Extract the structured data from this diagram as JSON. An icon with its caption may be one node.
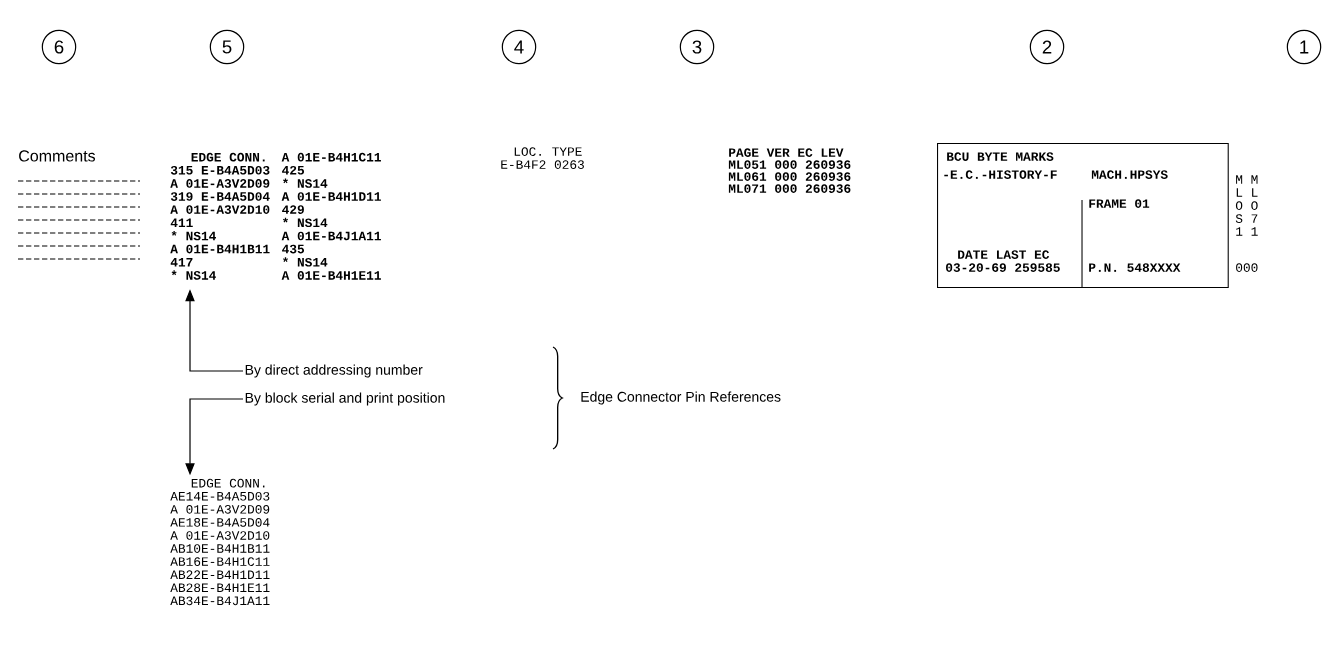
{
  "diagram": {
    "nodes": [
      {
        "text": [
          "6"
        ]
      },
      {
        "text": [
          "5"
        ]
      },
      {
        "text": [
          "4"
        ]
      },
      {
        "text": [
          "3"
        ]
      },
      {
        "text": [
          "2"
        ]
      },
      {
        "text": [
          "1"
        ]
      },
      {
        "text": [
          "EDGE CONN.",
          "A 01E-B4H1C11",
          "315 E-B4A5D03",
          "425",
          "A 01E-A3V2D09",
          "* NS14",
          "319 E-B4A5D04",
          "A 01E-B4H1D11",
          "A 01E-A3V2D10",
          "429",
          "411",
          "* NS14",
          "* NS14",
          "A 01E-B4J1A11",
          "A 01E-B4H1B11",
          "435",
          "417",
          "* NS14",
          "* NS14",
          "A 01E-B4H1E11"
        ]
      },
      {
        "text": [
          "BCU BYTE MARKS",
          "-E.C.-HISTORY-F",
          "MACH.HPSYS",
          "FRAME 01",
          "DATE LAST EC",
          "03-20-69 259585",
          "P.N. 548XXXX"
        ]
      },
      {
        "text": [
          "By direct addressing number"
        ]
      },
      {
        "text": [
          "By block serial and print position"
        ]
      },
      {
        "text": [
          "EDGE CONN.",
          "AE14E-B4A5D03",
          "A 01E-A3V2D09",
          "AE18E-B4A5D04",
          "A 01E-A3V2D10",
          "AB10E-B4H1B11",
          "AB16E-B4H1C11",
          "AB22E-B4H1D11",
          "AB28E-B4H1E11",
          "AB34E-B4J1A11"
        ]
      }
    ],
    "edges": [
      {
        "from": 8,
        "to": 6,
        "arrow": "to"
      },
      {
        "from": 9,
        "to": 10,
        "arrow": "to"
      }
    ],
    "labels": [
      "Comments",
      "LOC. TYPE",
      "E-B4F2 0263",
      "PAGE VER EC LEV",
      "ML051 000 260936",
      "ML061 000 260936",
      "ML071 000 260936",
      "M M",
      "L L",
      "O O",
      "S 7",
      "1 1",
      "000",
      "Edge Connector Pin References"
    ]
  }
}
